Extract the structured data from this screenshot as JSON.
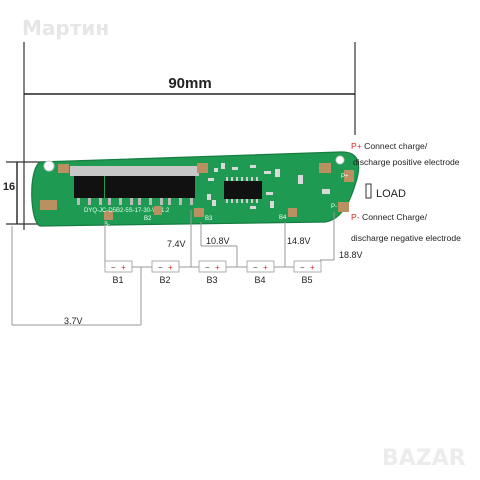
{
  "watermark_top": "Мартин",
  "watermark_bottom": "BAZAR",
  "dimensions": {
    "width_label": "90mm",
    "height_label": "16"
  },
  "board": {
    "pcb_text": "DYQ-JC-D5B2-5S-17-30-Ver1.2",
    "pad_labels": {
      "b_minus": "B-",
      "b2": "B2",
      "b3": "B3",
      "b4": "B4",
      "p_plus": "P+",
      "p_minus": "P-"
    }
  },
  "annotations": {
    "p_plus_prefix": "P+",
    "p_plus_line1": " Connect charge/",
    "p_plus_line2": "discharge positive electrode",
    "load": "LOAD",
    "p_minus_prefix": "P-",
    "p_minus_line1": " Connect Charge/",
    "p_minus_line2": "discharge negative electrode"
  },
  "cells": [
    {
      "label": "B1",
      "minus": "−",
      "plus": "+"
    },
    {
      "label": "B2",
      "minus": "−",
      "plus": "+"
    },
    {
      "label": "B3",
      "minus": "−",
      "plus": "+"
    },
    {
      "label": "B4",
      "minus": "−",
      "plus": "+"
    },
    {
      "label": "B5",
      "minus": "−",
      "plus": "+"
    }
  ],
  "voltages": [
    "3.7V",
    "7.4V",
    "10.8V",
    "14.8V",
    "18.8V"
  ],
  "colors": {
    "pcb": "#1e9a52",
    "pcb_edge": "#167c41",
    "pad": "#b9905f",
    "plus": "#e0262b",
    "accent_red": "#e0262b"
  }
}
